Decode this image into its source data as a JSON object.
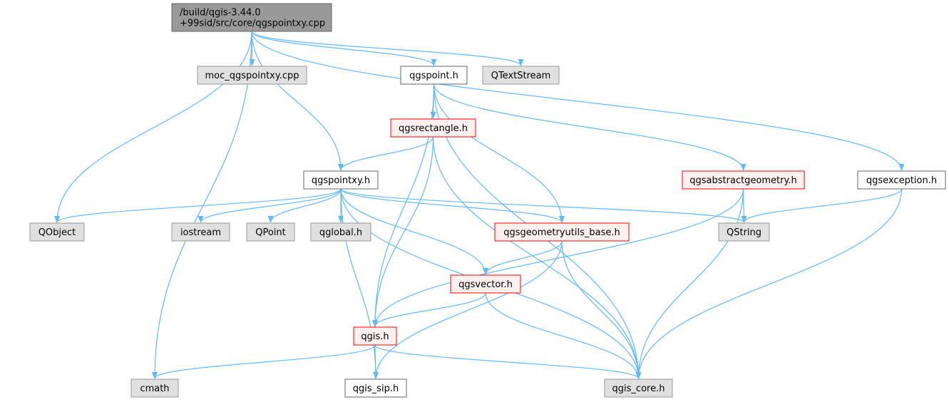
{
  "colors": {
    "edge": "#63b8ff",
    "root_fill": "#999999",
    "root_stroke": "#666666",
    "documented_fill": "#ffffff",
    "documented_stroke": "#666666",
    "undocumented_fill": "#e0e0e0",
    "undocumented_stroke": "#999999",
    "incomplete_fill": "#fff0f0",
    "incomplete_stroke": "#ff0000",
    "text": "#000000"
  },
  "nodes": [
    {
      "id": "root",
      "label_lines": [
        "/build/qgis-3.44.0",
        "+99sid/src/core/qgspointxy.cpp"
      ],
      "style": "root"
    },
    {
      "id": "moc",
      "label_lines": [
        "moc_qgspointxy.cpp"
      ],
      "style": "undocumented"
    },
    {
      "id": "qgspoint",
      "label_lines": [
        "qgspoint.h"
      ],
      "style": "documented"
    },
    {
      "id": "qtextstream",
      "label_lines": [
        "QTextStream"
      ],
      "style": "undocumented"
    },
    {
      "id": "qgsrectangle",
      "label_lines": [
        "qgsrectangle.h"
      ],
      "style": "incomplete"
    },
    {
      "id": "qgspointxy",
      "label_lines": [
        "qgspointxy.h"
      ],
      "style": "documented"
    },
    {
      "id": "qgsabstractgeometry",
      "label_lines": [
        "qgsabstractgeometry.h"
      ],
      "style": "incomplete"
    },
    {
      "id": "qgsexception",
      "label_lines": [
        "qgsexception.h"
      ],
      "style": "documented"
    },
    {
      "id": "qobject",
      "label_lines": [
        "QObject"
      ],
      "style": "undocumented"
    },
    {
      "id": "iostream",
      "label_lines": [
        "iostream"
      ],
      "style": "undocumented"
    },
    {
      "id": "qpoint",
      "label_lines": [
        "QPoint"
      ],
      "style": "undocumented"
    },
    {
      "id": "qglobal",
      "label_lines": [
        "qglobal.h"
      ],
      "style": "undocumented"
    },
    {
      "id": "qgsgeometryutils",
      "label_lines": [
        "qgsgeometryutils_base.h"
      ],
      "style": "incomplete"
    },
    {
      "id": "qstring",
      "label_lines": [
        "QString"
      ],
      "style": "undocumented"
    },
    {
      "id": "qgsvector",
      "label_lines": [
        "qgsvector.h"
      ],
      "style": "incomplete"
    },
    {
      "id": "qgis",
      "label_lines": [
        "qgis.h"
      ],
      "style": "incomplete"
    },
    {
      "id": "cmath",
      "label_lines": [
        "cmath"
      ],
      "style": "undocumented"
    },
    {
      "id": "qgis_sip",
      "label_lines": [
        "qgis_sip.h"
      ],
      "style": "documented"
    },
    {
      "id": "qgis_core",
      "label_lines": [
        "qgis_core.h"
      ],
      "style": "undocumented"
    }
  ],
  "edges": [
    {
      "from": "root",
      "to": "cmath"
    },
    {
      "from": "root",
      "to": "qobject"
    },
    {
      "from": "root",
      "to": "qgspointxy"
    },
    {
      "from": "root",
      "to": "moc"
    },
    {
      "from": "root",
      "to": "qgspoint"
    },
    {
      "from": "root",
      "to": "qtextstream"
    },
    {
      "from": "root",
      "to": "qgsexception"
    },
    {
      "from": "qgspoint",
      "to": "qgsrectangle"
    },
    {
      "from": "qgspoint",
      "to": "qgis"
    },
    {
      "from": "qgspoint",
      "to": "qgsgeometryutils"
    },
    {
      "from": "qgspoint",
      "to": "qgsabstractgeometry"
    },
    {
      "from": "qgspoint",
      "to": "qgis_core"
    },
    {
      "from": "qgsrectangle",
      "to": "qgspointxy"
    },
    {
      "from": "qgsrectangle",
      "to": "qgis"
    },
    {
      "from": "qgsrectangle",
      "to": "qgis_core"
    },
    {
      "from": "qgspointxy",
      "to": "qobject"
    },
    {
      "from": "qgspointxy",
      "to": "iostream"
    },
    {
      "from": "qgspointxy",
      "to": "qpoint"
    },
    {
      "from": "qgspointxy",
      "to": "qglobal"
    },
    {
      "from": "qgspointxy",
      "to": "qgsgeometryutils"
    },
    {
      "from": "qgspointxy",
      "to": "qstring"
    },
    {
      "from": "qgspointxy",
      "to": "qgsvector"
    },
    {
      "from": "qgspointxy",
      "to": "qgis_sip"
    },
    {
      "from": "qgspointxy",
      "to": "qgis_core"
    },
    {
      "from": "qgsabstractgeometry",
      "to": "qstring"
    },
    {
      "from": "qgsabstractgeometry",
      "to": "qgis"
    },
    {
      "from": "qgsabstractgeometry",
      "to": "qgis_core"
    },
    {
      "from": "qgsexception",
      "to": "qstring"
    },
    {
      "from": "qgsexception",
      "to": "qgis_core"
    },
    {
      "from": "qgsgeometryutils",
      "to": "qgsvector"
    },
    {
      "from": "qgsgeometryutils",
      "to": "qgis_sip"
    },
    {
      "from": "qgsgeometryutils",
      "to": "qgis_core"
    },
    {
      "from": "qgsvector",
      "to": "qgis"
    },
    {
      "from": "qgsvector",
      "to": "qgis_core"
    },
    {
      "from": "qgis",
      "to": "cmath"
    },
    {
      "from": "qgis",
      "to": "qgis_sip"
    },
    {
      "from": "qgis",
      "to": "qgis_core"
    }
  ]
}
